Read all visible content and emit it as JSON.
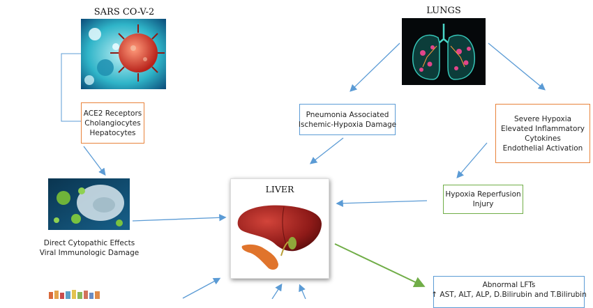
{
  "sars": {
    "title": "SARS CO-V-2",
    "receptors": [
      "ACE2 Receptors",
      "Cholangiocytes",
      "Hepatocytes"
    ]
  },
  "lungs": {
    "title": "LUNGS",
    "pneumonia": [
      "Pneumonia Associated",
      "Ischemic-Hypoxia Damage"
    ],
    "hypoxia": [
      "Severe Hypoxia",
      "Elevated Inflammatory",
      "Cytokines",
      "Endothelial Activation"
    ]
  },
  "liver": {
    "title": "LIVER"
  },
  "direct": [
    "Direct Cytopathic Effects",
    "Viral Immunologic Damage"
  ],
  "reperfusion": [
    "Hypoxia Reperfusion",
    "Injury"
  ],
  "abnormal": [
    "Abnormal LFTs",
    "↑ AST, ALT, ALP, D.Bilirubin and T.Bilirubin"
  ],
  "colors": {
    "orange_border": "#e8823a",
    "blue_border": "#5b9bd5",
    "green_border": "#70ad47",
    "blue_arrow": "#5b9bd5",
    "green_arrow": "#70ad47"
  }
}
